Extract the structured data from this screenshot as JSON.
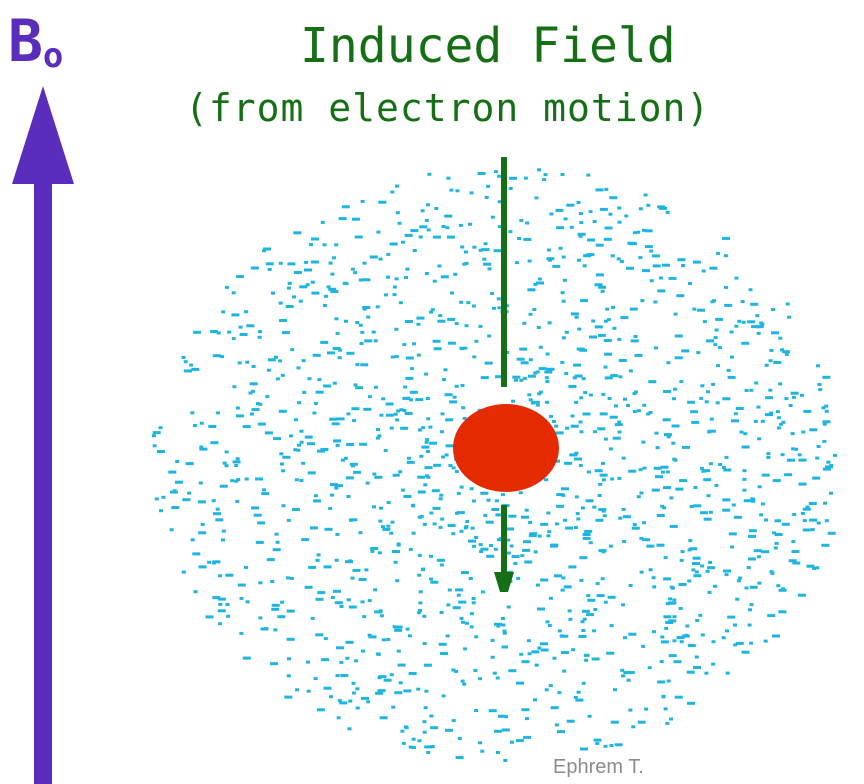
{
  "labels": {
    "b0_main": "B",
    "b0_subscript": "o",
    "title": "Induced Field",
    "subtitle": "(from electron motion)",
    "credit": "Ephrem T."
  },
  "colors": {
    "applied_field": "#5b2dbd",
    "induced_field": "#157015",
    "nucleus": "#e52a00",
    "electron_cloud": "#1fb5e2"
  }
}
